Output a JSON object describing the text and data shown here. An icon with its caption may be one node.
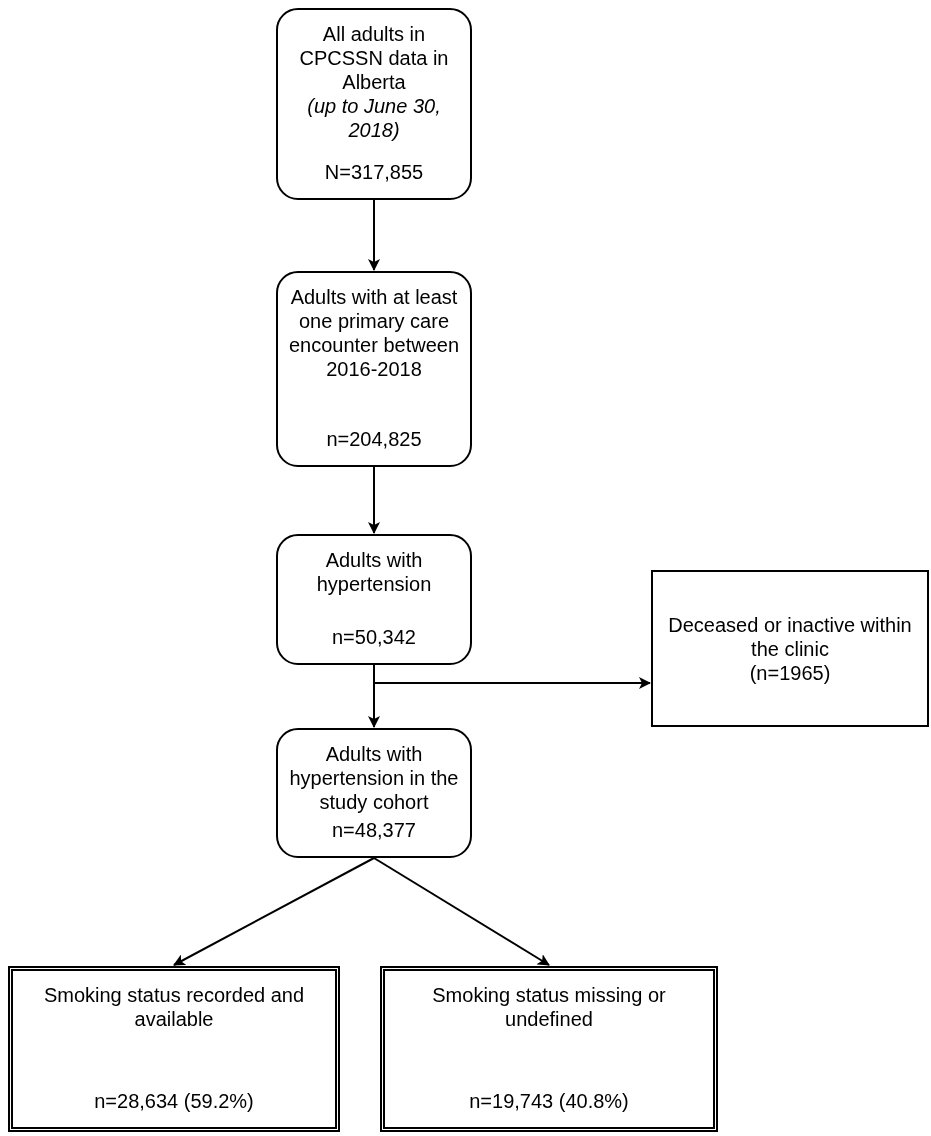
{
  "diagram": {
    "nodes": [
      {
        "text": [
          "All adults in CPCSSN data in Alberta",
          "(up to June 30, 2018)",
          "N=317,855"
        ]
      },
      {
        "text": [
          "Adults with at least one primary care encounter between 2016-2018",
          "n=204,825"
        ]
      },
      {
        "text": [
          "Adults with hypertension",
          "n=50,342"
        ]
      },
      {
        "text": [
          "Adults with hypertension in the study cohort",
          "n=48,377"
        ]
      },
      {
        "text": [
          "Deceased or inactive within the clinic",
          "(n=1965)"
        ]
      },
      {
        "text": [
          "Smoking status recorded and available",
          "n=28,634 (59.2%)"
        ]
      },
      {
        "text": [
          "Smoking status missing or undefined",
          "n=19,743 (40.8%)"
        ]
      }
    ],
    "edges": [
      {
        "from": 0,
        "to": 1,
        "arrow": "to"
      },
      {
        "from": 1,
        "to": 2,
        "arrow": "to"
      },
      {
        "from": 2,
        "to": 3,
        "arrow": "to"
      },
      {
        "from": 2,
        "to": 4,
        "arrow": "to"
      },
      {
        "from": 3,
        "to": 5,
        "arrow": "to"
      },
      {
        "from": 3,
        "to": 6,
        "arrow": "to"
      }
    ]
  }
}
